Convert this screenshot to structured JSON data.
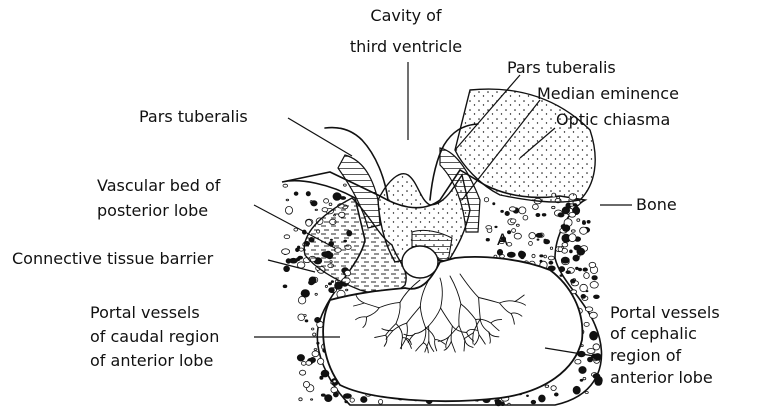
{
  "labels": {
    "cavity_line1": "Cavity of",
    "cavity_line2": "third ventricle",
    "pars_tuberalis_right": "Pars tuberalis",
    "median_eminence": "Median eminence",
    "optic_chiasma": "Optic chiasma",
    "pars_tuberalis_left": "Pars tuberalis",
    "vascular_bed_line1": "Vascular bed of",
    "vascular_bed_line2": "posterior lobe",
    "bone": "Bone",
    "region_a": "A",
    "connective_tissue": "Connective tissue barrier",
    "portal_caudal_line1": "Portal vessels",
    "portal_caudal_line2": "of caudal region",
    "portal_caudal_line3": "of anterior lobe",
    "portal_cephalic_line1": "Portal vessels",
    "portal_cephalic_line2": "of cephalic",
    "portal_cephalic_line3": "region of",
    "portal_cephalic_line4": "anterior lobe"
  },
  "colors": {
    "ink": "#111111",
    "paper": "#ffffff"
  }
}
